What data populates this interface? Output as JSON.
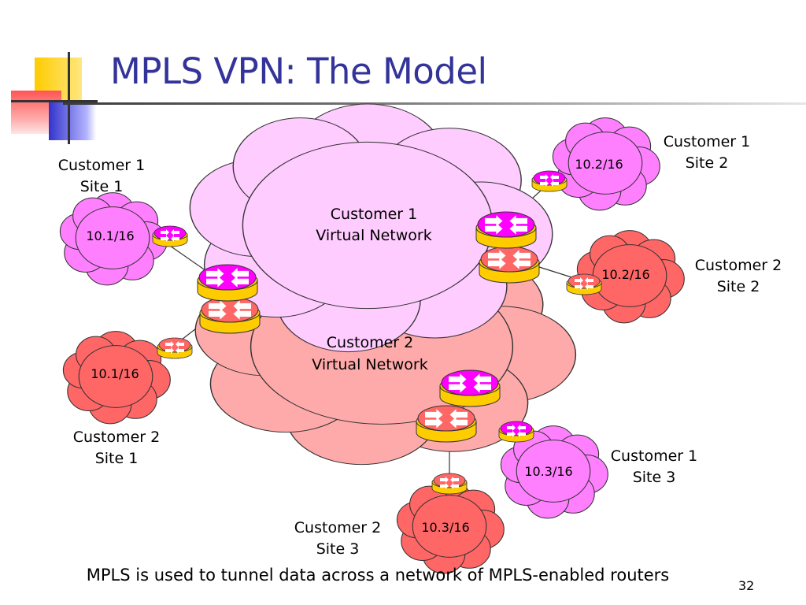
{
  "slide": {
    "title": "MPLS VPN: The Model",
    "footer": "MPLS is used to tunnel data across a network of MPLS-enabled routers",
    "page_number": "32"
  },
  "colors": {
    "title_text": "#333399",
    "customer1_fill": "#ffccff",
    "customer2_fill": "#ffaaaa",
    "customer1_site_fill": "#ff80ff",
    "customer2_site_fill": "#ff6666",
    "router_magenta": "#ff00ff",
    "router_red": "#ff6666",
    "router_yellow": "#ffcc00"
  },
  "icons": {
    "router": "router-icon",
    "cloud": "cloud-icon"
  },
  "networks": {
    "customer1_vn": {
      "line1": "Customer 1",
      "line2": "Virtual Network"
    },
    "customer2_vn": {
      "line1": "Customer 2",
      "line2": "Virtual Network"
    }
  },
  "sites": {
    "c1_site1": {
      "line1": "Customer 1",
      "line2": "Site 1",
      "prefix": "10.1/16"
    },
    "c2_site1": {
      "line1": "Customer 2",
      "line2": "Site 1",
      "prefix": "10.1/16"
    },
    "c1_site2": {
      "line1": "Customer 1",
      "line2": "Site 2",
      "prefix": "10.2/16"
    },
    "c2_site2": {
      "line1": "Customer 2",
      "line2": "Site 2",
      "prefix": "10.2/16"
    },
    "c1_site3": {
      "line1": "Customer 1",
      "line2": "Site 3",
      "prefix": "10.3/16"
    },
    "c2_site3": {
      "line1": "Customer 2",
      "line2": "Site 3",
      "prefix": "10.3/16"
    }
  }
}
